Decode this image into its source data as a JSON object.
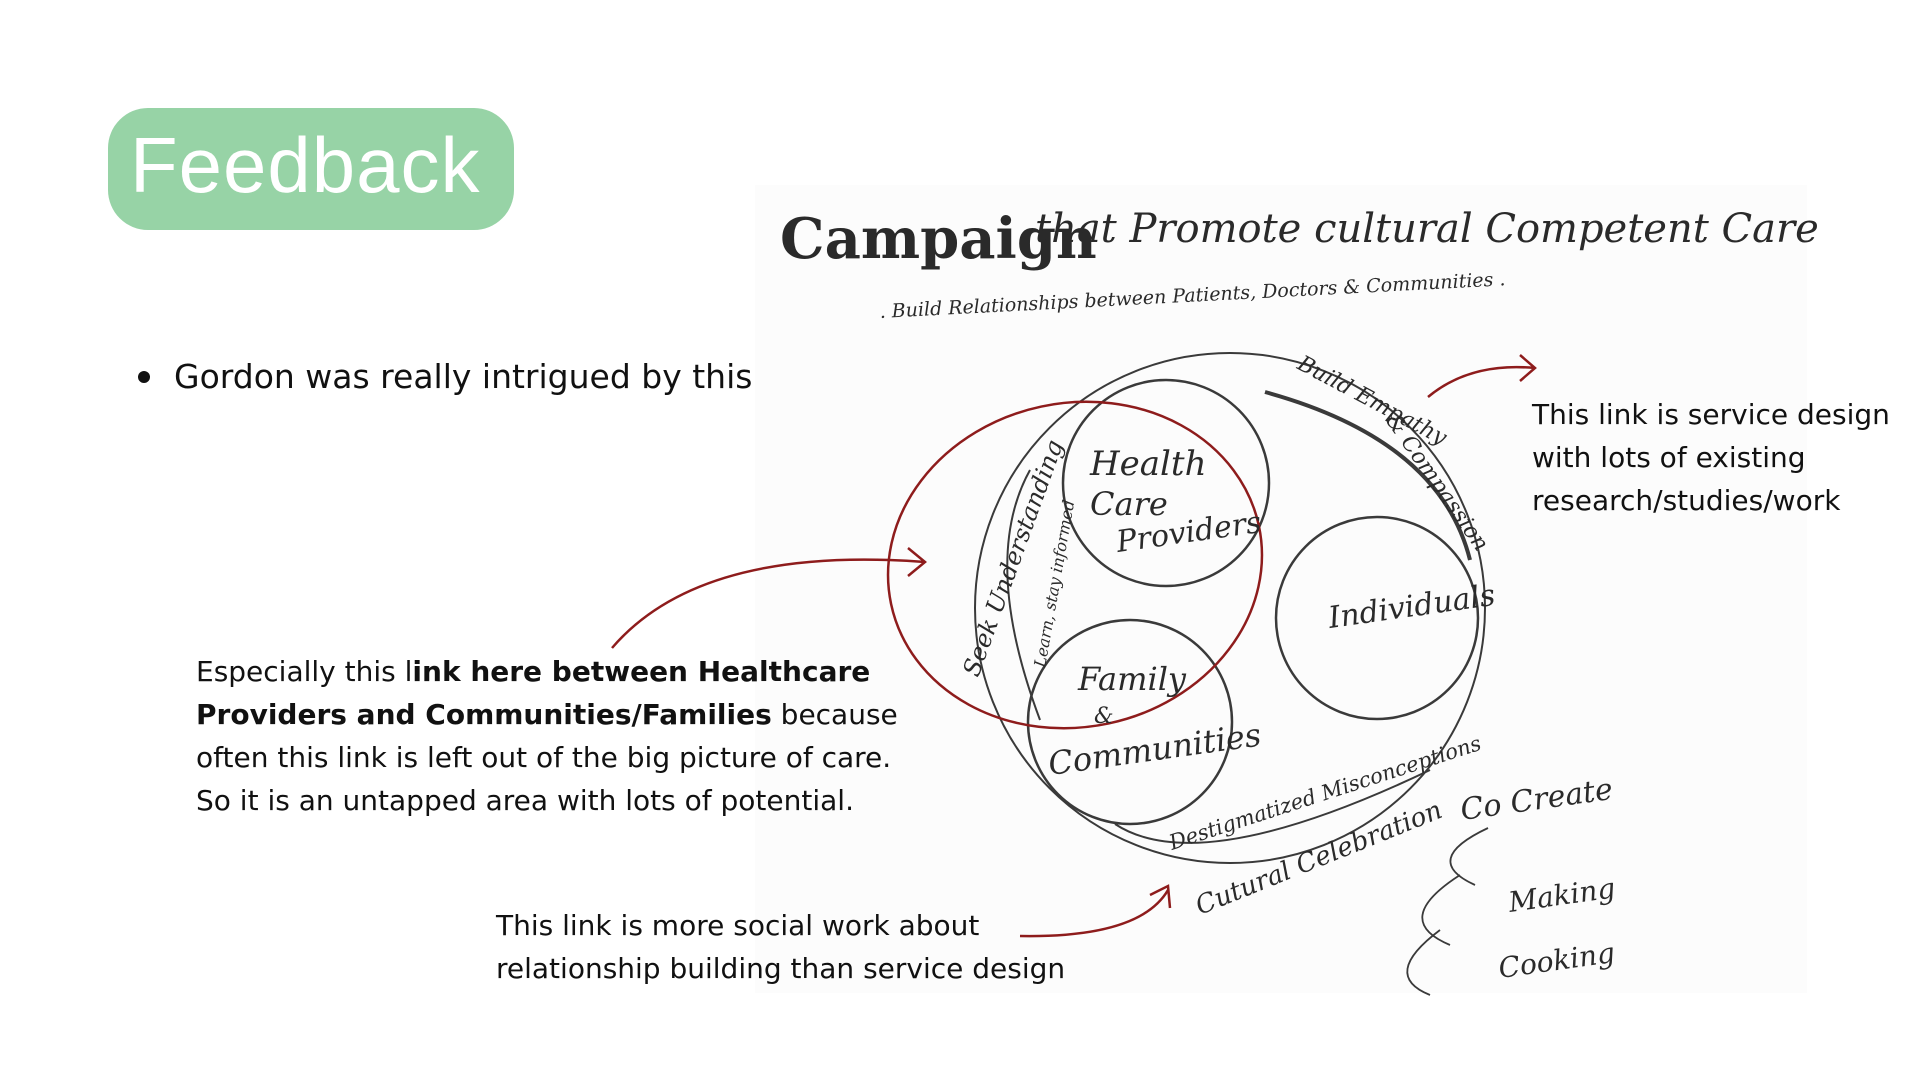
{
  "slide": {
    "title": "Feedback",
    "bullet": "Gordon was really intrigued by this sketch",
    "note_left": {
      "p1": "Especially this l",
      "bold1": "ink here between Healthcare",
      "bold2": "Providers and Communities/Families",
      "p2": " because",
      "line3": "often this link is left out of the big picture of care.",
      "line4": "So it is an untapped area with lots of potential."
    },
    "note_right": {
      "line1": "This link is service design",
      "line2": "with lots of existing",
      "line3": "research/studies/work"
    },
    "note_bottom": {
      "line1": "This link is more social work about",
      "line2": "relationship building than service design"
    }
  },
  "sketch": {
    "title_bold": "Campaign",
    "title_rest": "that Promote cultural Competent Care",
    "subtitle": ". Build Relationships between Patients, Doctors & Communities .",
    "circle_health_1": "Health",
    "circle_health_2": "Care",
    "circle_health_3": "Providers",
    "circle_family_1": "Family",
    "circle_family_2": "&",
    "circle_family_3": "Communities",
    "circle_individuals": "Individuals",
    "label_seek": "Seek Understanding",
    "label_learn": "Learn, stay informed",
    "label_empathy_1": "Build Empathy",
    "label_empathy_2": "& Compassion",
    "label_destig": "Destigmatized Misconceptions",
    "label_celebration": "Cutural Celebration",
    "label_cocreate": "Co Create",
    "label_making": "Making",
    "label_cooking": "Cooking"
  },
  "colors": {
    "pill": "#97d3a6",
    "accent_red": "#8e1c1c",
    "ink": "#2a2a2a"
  }
}
